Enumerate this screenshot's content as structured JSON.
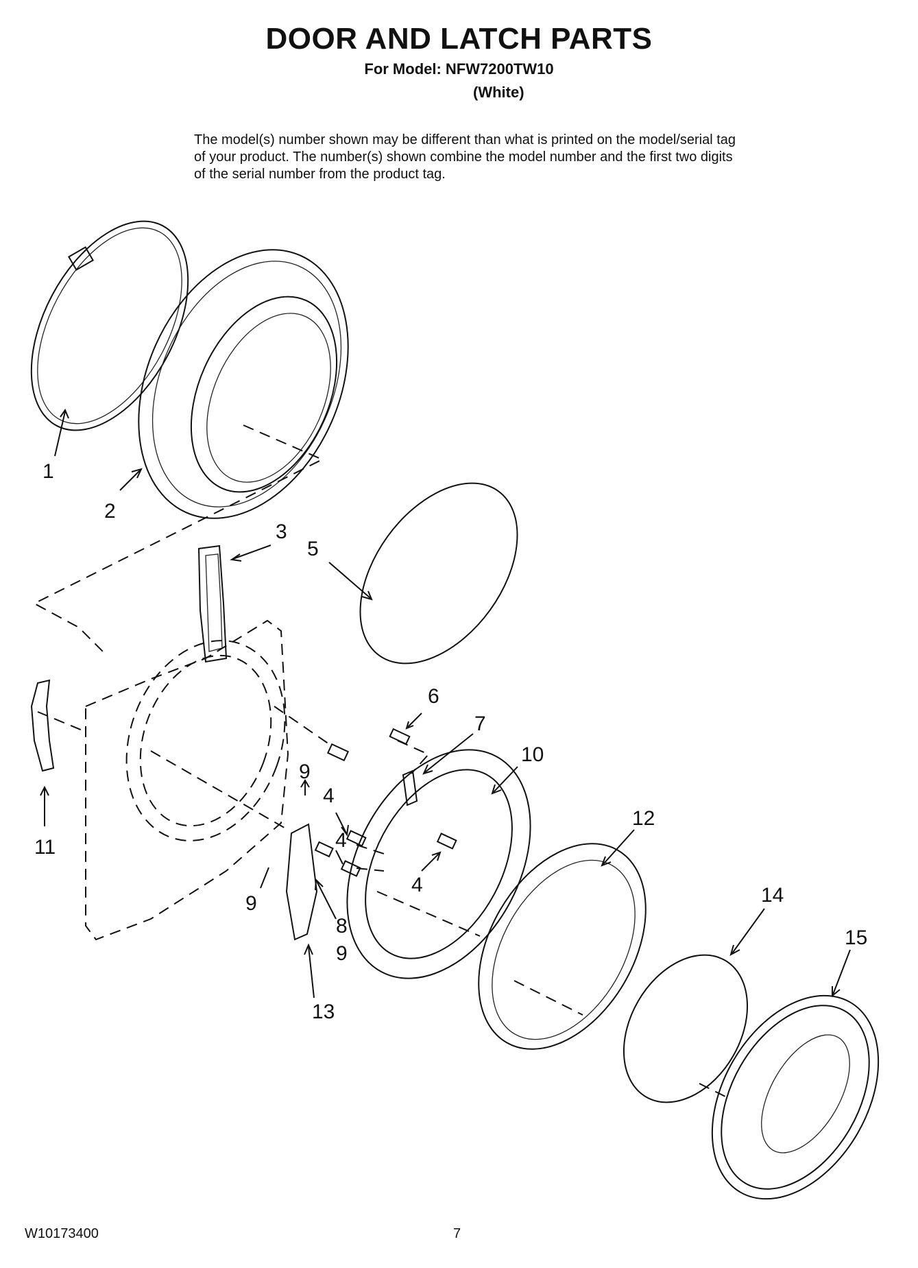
{
  "header": {
    "title": "DOOR AND LATCH PARTS",
    "model_line": "For Model: NFW7200TW10",
    "variant": "(White)"
  },
  "note": "The model(s) number shown may be different than what is printed on the model/serial tag of your product. The number(s) shown combine the model number and the first two digits of the serial number from the product tag.",
  "callouts": [
    "1",
    "2",
    "3",
    "4",
    "4",
    "4",
    "5",
    "6",
    "7",
    "8",
    "9",
    "9",
    "9",
    "10",
    "11",
    "12",
    "13",
    "14",
    "15"
  ],
  "footer": {
    "doc_number": "W10173400",
    "page_number": "7"
  }
}
